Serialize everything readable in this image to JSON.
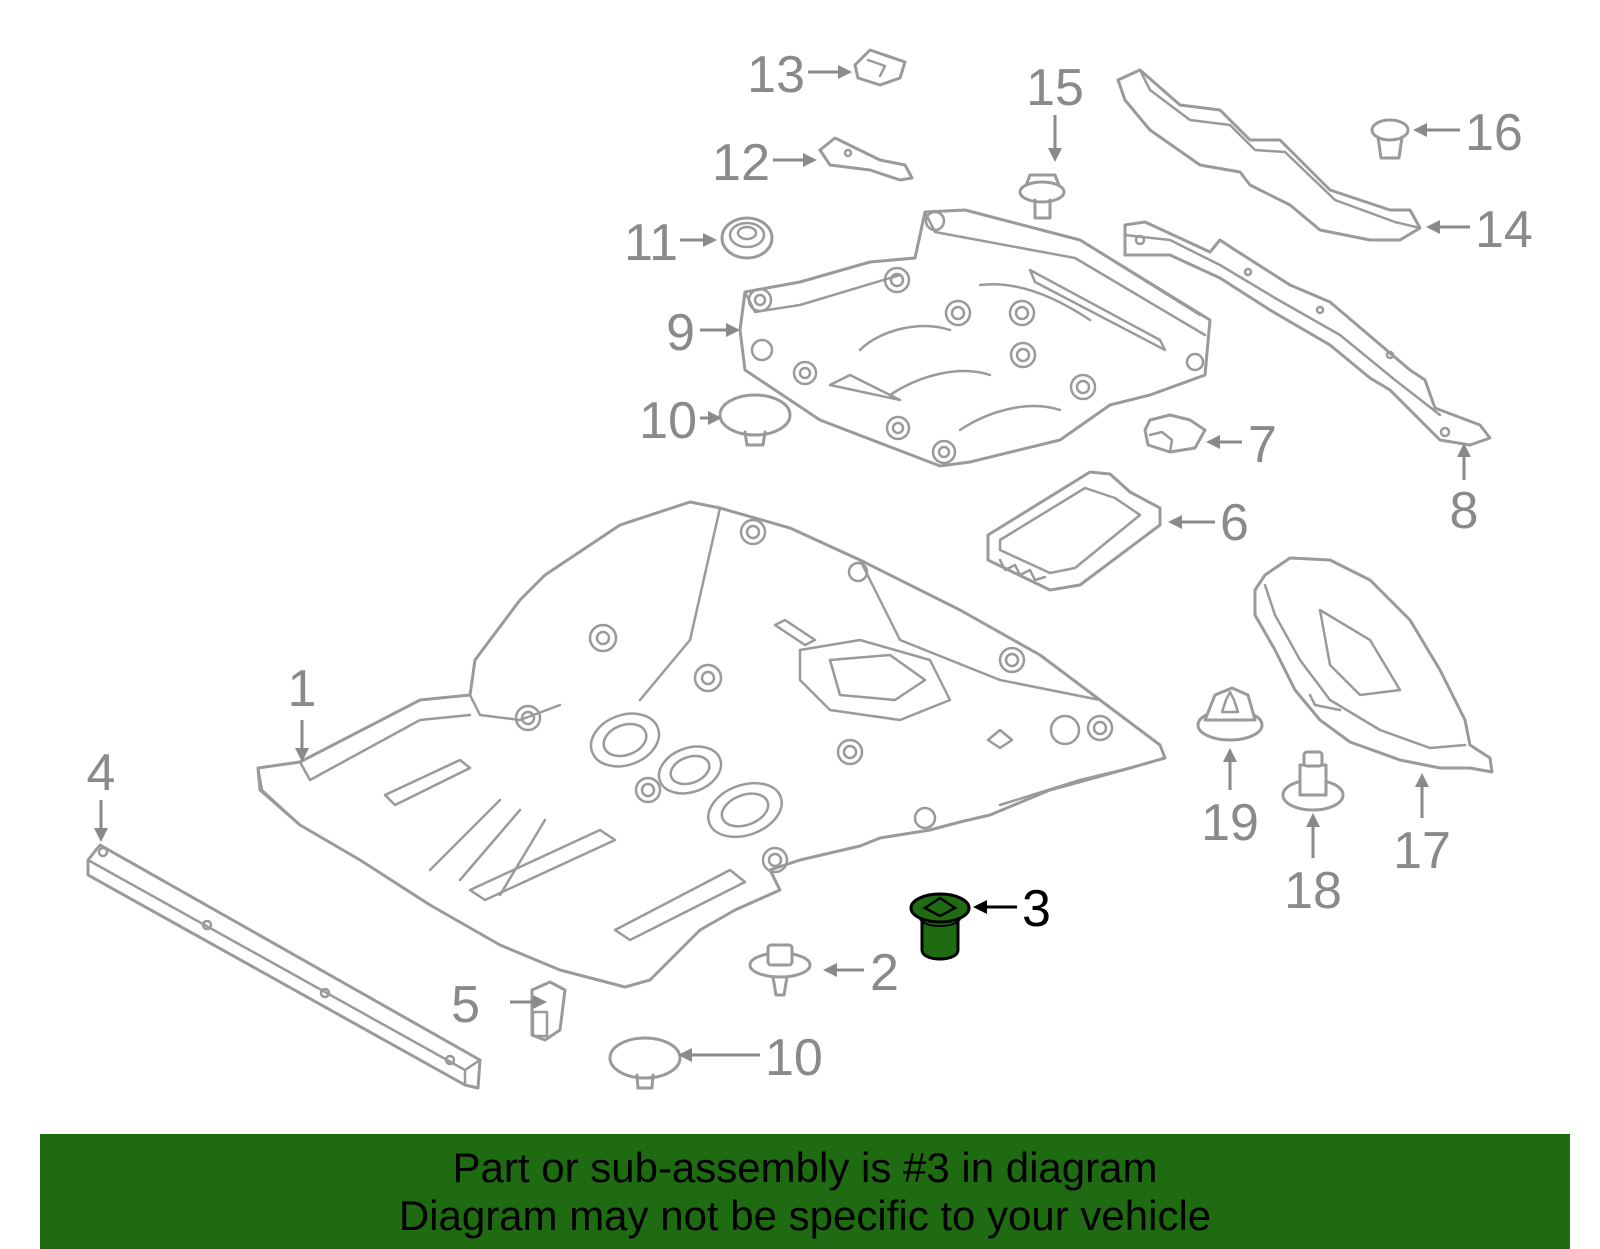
{
  "diagram": {
    "labels": {
      "p1": "1",
      "p2": "2",
      "p3": "3",
      "p4": "4",
      "p5": "5",
      "p6": "6",
      "p7": "7",
      "p8": "8",
      "p9": "9",
      "p10a": "10",
      "p10b": "10",
      "p11": "11",
      "p12": "12",
      "p13": "13",
      "p14": "14",
      "p15": "15",
      "p16": "16",
      "p17": "17",
      "p18": "18",
      "p19": "19"
    },
    "highlight_color": "#1e6b12",
    "part_color": "#9a9a9a"
  },
  "banner": {
    "line1": "Part or sub-assembly is #3 in diagram",
    "line2": "Diagram may not be specific to your vehicle",
    "background": "#1e6b12"
  }
}
